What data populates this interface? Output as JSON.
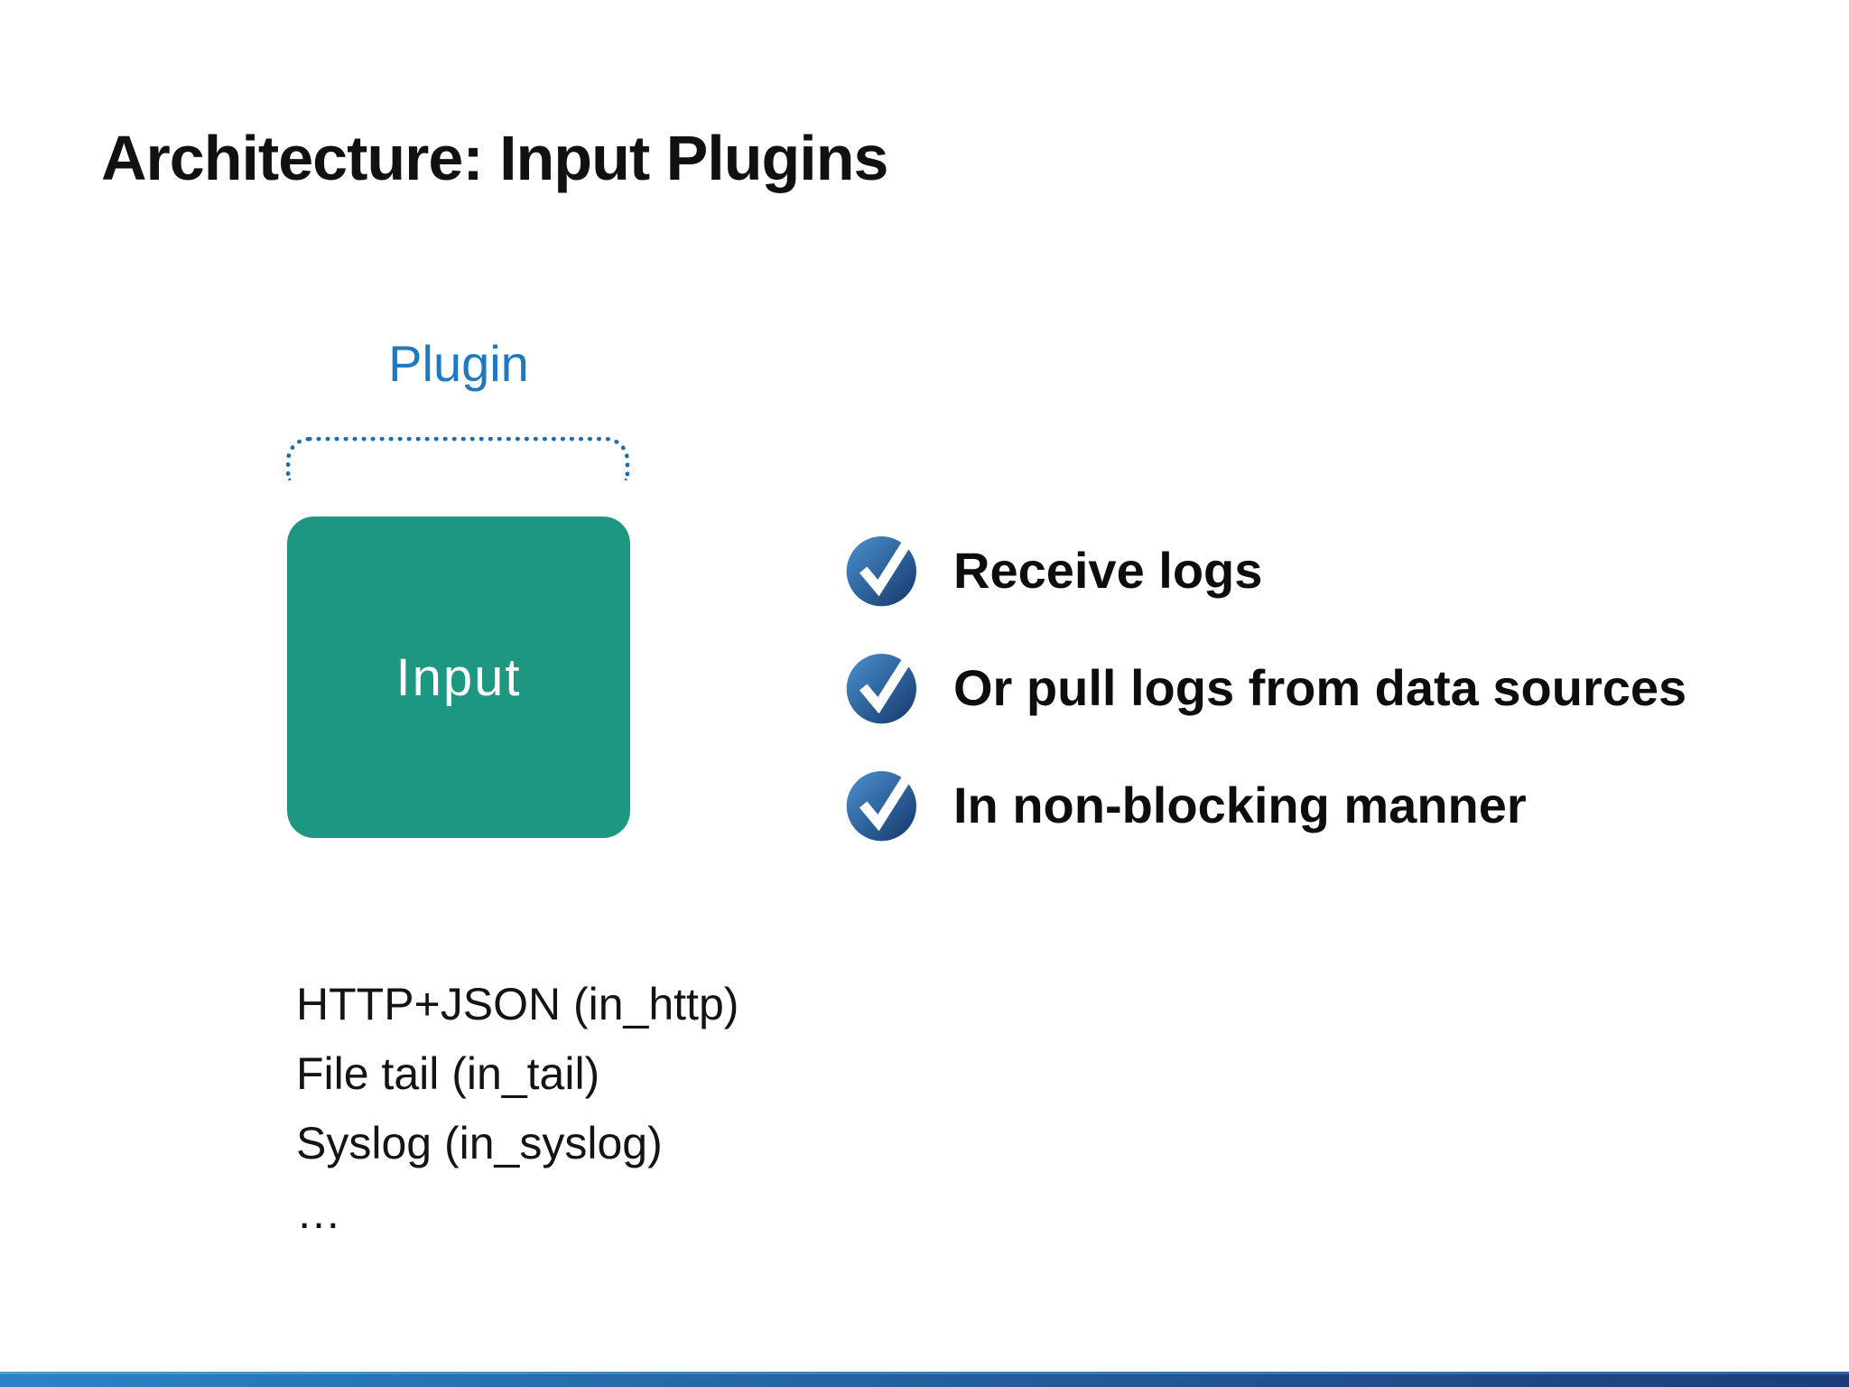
{
  "slide": {
    "title": "Architecture: Input Plugins",
    "plugin_label": "Plugin",
    "input_box_label": "Input",
    "bullets": [
      {
        "icon": "check-icon",
        "label": "Receive logs"
      },
      {
        "icon": "check-icon",
        "label": "Or pull logs from data sources"
      },
      {
        "icon": "check-icon",
        "label": "In non-blocking manner"
      }
    ],
    "plugin_examples": [
      "HTTP+JSON (in_http)",
      "File tail (in_tail)",
      "Syslog (in_syslog)",
      "…"
    ],
    "colors": {
      "input_box": "#1d9682",
      "plugin_label": "#1e79c0",
      "bracket_dots": "#1a6cb5",
      "check_gradient_start": "#4a92d0",
      "check_gradient_end": "#16366b",
      "footer_gradient_start": "#2b83c4",
      "footer_gradient_end": "#1c3c78"
    }
  }
}
